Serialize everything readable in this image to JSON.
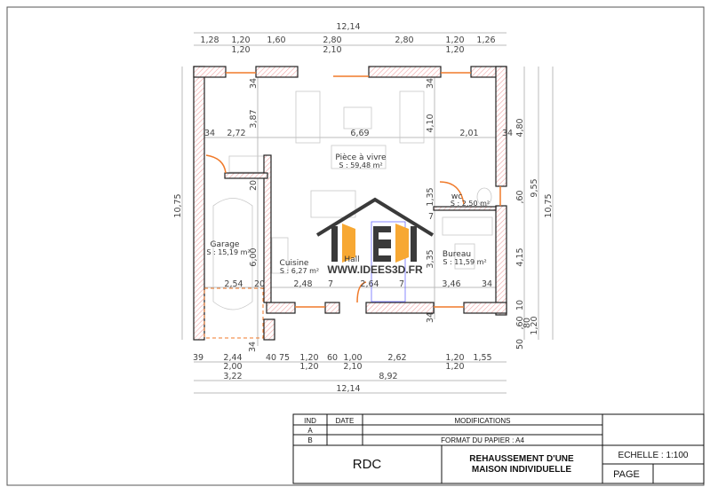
{
  "plan": {
    "top_total": "12,14",
    "top_row": [
      "1,28",
      "1,20",
      "1,60",
      "2,80",
      "2,80",
      "1,20",
      "1,26"
    ],
    "top_sub": [
      "1,20",
      "2,10",
      "1,20"
    ],
    "bottom_row": [
      "39",
      "2,44",
      "40",
      "75",
      "1,20",
      "60",
      "1,00",
      "2,62",
      "1,20",
      "1,55"
    ],
    "bottom_sub": [
      "2,00",
      "1,20",
      "2,10",
      "1,20"
    ],
    "bottom_partial": [
      "3,22",
      "8,92"
    ],
    "bottom_total": "12,14",
    "left_total": "10,75",
    "right_dims": [
      "4,80",
      ",60",
      "4,15",
      "10",
      ",60",
      "80",
      "1,20",
      "50",
      "9,55",
      "10,75"
    ],
    "interior_upper": [
      "34",
      "2,72",
      "3,87",
      "6,69",
      "4,10",
      "2,01",
      "34"
    ],
    "interior_misc": [
      "34",
      "34",
      "20",
      "1,35",
      "7",
      "6,00",
      "3,35",
      "34",
      "34"
    ],
    "interior_lower": [
      "2,54",
      "20",
      "2,48",
      "7",
      "2,64",
      "7",
      "3,46",
      "34"
    ],
    "rooms": [
      {
        "name": "Pièce à vivre",
        "area": "S :      59,48 m²"
      },
      {
        "name": "wc",
        "area": "S : 2,50 m²"
      },
      {
        "name": "Garage",
        "area": "S : 15,19 m²"
      },
      {
        "name": "Cuisine",
        "area": "S : 6,27 m²"
      },
      {
        "name": "Hall",
        "area": ""
      },
      {
        "name": "Bureau",
        "area": "S : 11,59 m²"
      }
    ],
    "watermark": "WWW.IDEES3D.FR"
  },
  "title_block": {
    "headers": [
      "IND",
      "DATE",
      "MODIFICATIONS"
    ],
    "rows": [
      "A",
      "B"
    ],
    "paper_format": "FORMAT DU PAPIER : A4",
    "level": "RDC",
    "project_line1": "REHAUSSEMENT D'UNE",
    "project_line2": "MAISON INDIVIDUELLE",
    "scale": "ECHELLE : 1:100",
    "page_label": "PAGE"
  },
  "colors": {
    "wall_hatch": "#f2a3a3",
    "opening": "#f07a2a",
    "logo_orange": "#f7a833",
    "logo_dark": "#3a3a3a",
    "stair": "#6b6bff"
  }
}
